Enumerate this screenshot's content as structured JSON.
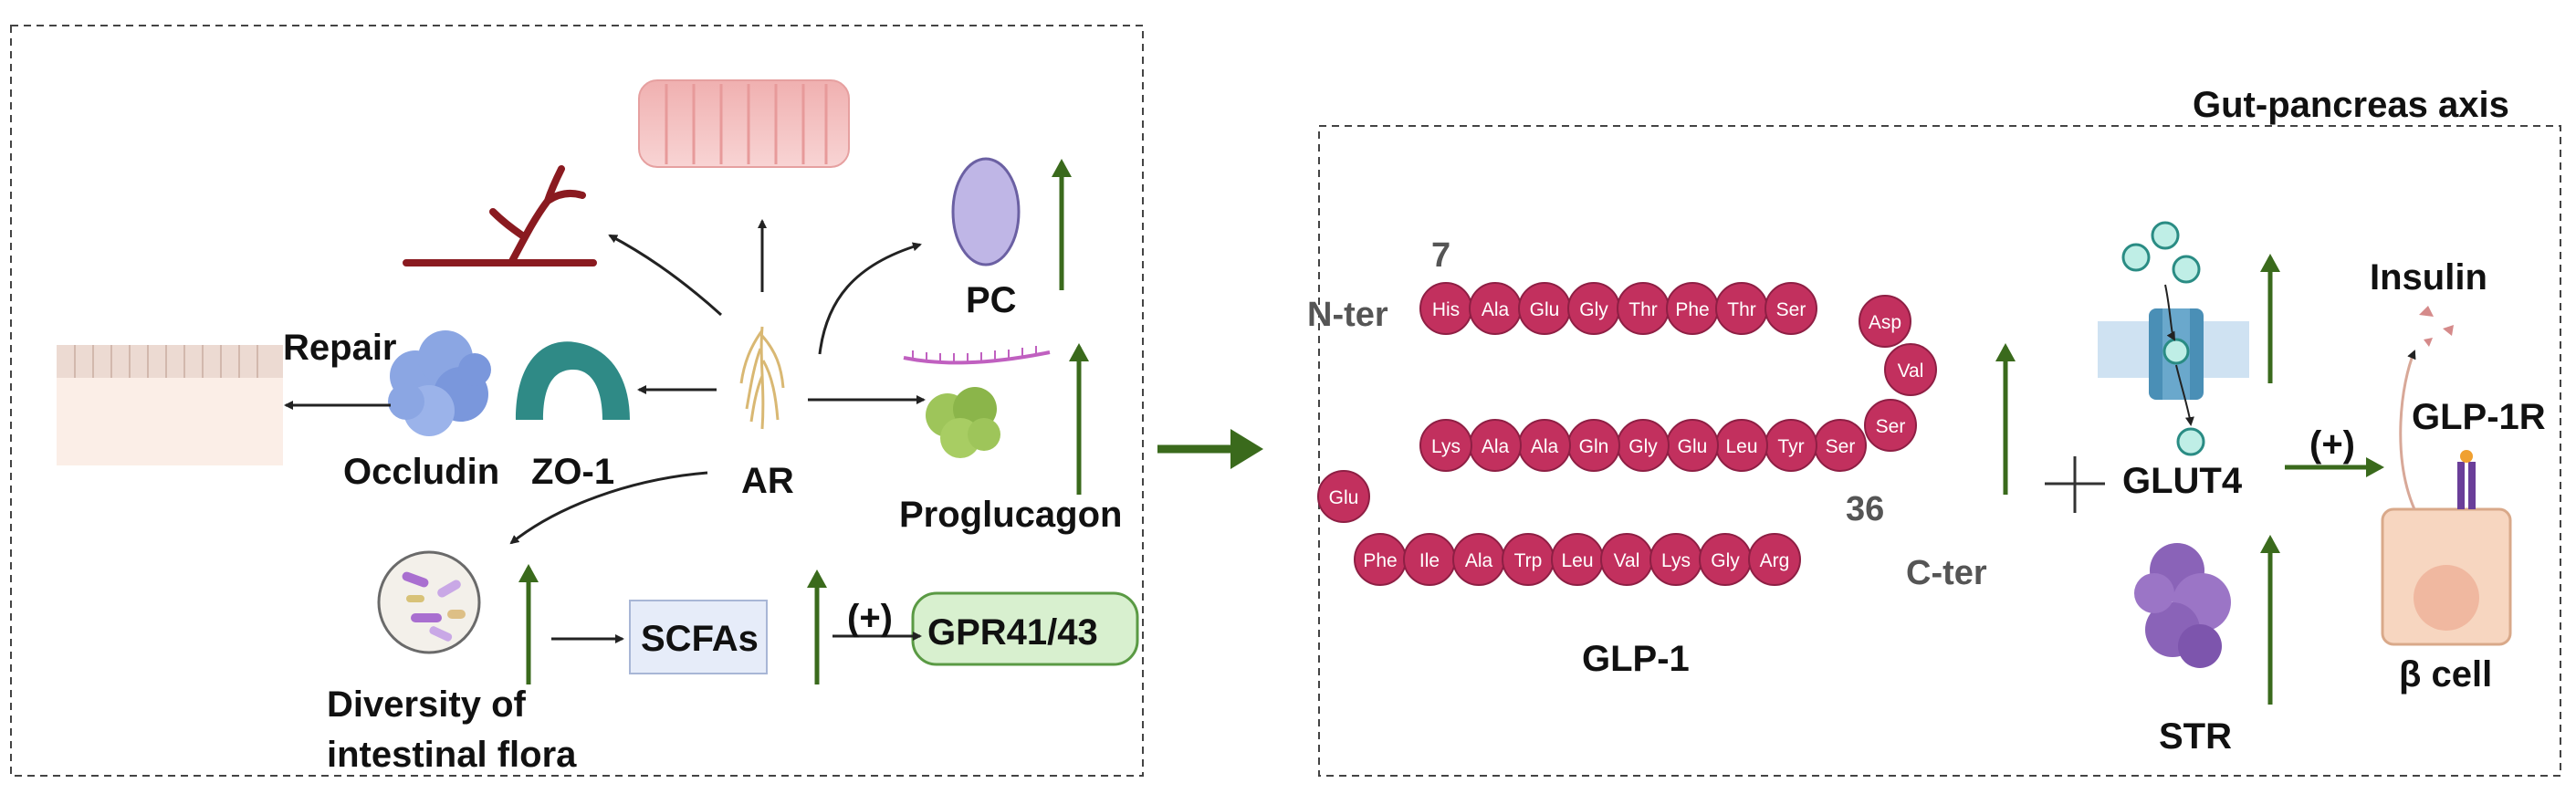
{
  "left_panel": {
    "repair_label": "Repair",
    "occludin_label": "Occludin",
    "zo1_label": "ZO-1",
    "ar_label": "AR",
    "pc_label": "PC",
    "proglucagon_label": "Proglucagon",
    "flora_label_line1": "Diversity of",
    "flora_label_line2": "intestinal flora",
    "scfas_label": "SCFAs",
    "plus_label": "(+)",
    "gpr_label": "GPR41/43"
  },
  "right_panel": {
    "title": "Gut-pancreas axis",
    "pos7_label": "7",
    "pos36_label": "36",
    "nter_label": "N-ter",
    "cter_label": "C-ter",
    "glp1_label": "GLP-1",
    "glut4_label": "GLUT4",
    "str_label": "STR",
    "plus_label": "(+)",
    "insulin_label": "Insulin",
    "glp1r_label": "GLP-1R",
    "bcell_label": "β cell",
    "sequence_row1": [
      "His",
      "Ala",
      "Glu",
      "Gly",
      "Thr",
      "Phe",
      "Thr",
      "Ser"
    ],
    "sequence_turn1": [
      "Asp",
      "Val",
      "Ser"
    ],
    "sequence_row2": [
      "Ser",
      "Tyr",
      "Leu",
      "Glu",
      "Gly",
      "Gln",
      "Ala",
      "Ala",
      "Lys"
    ],
    "sequence_turn2": [
      "Glu"
    ],
    "sequence_row3": [
      "Phe",
      "Ile",
      "Ala",
      "Trp",
      "Leu",
      "Val",
      "Lys",
      "Gly",
      "Arg"
    ]
  },
  "colors": {
    "residue": "#c2305e",
    "up_arrow": "#3a6a1c",
    "dashed_border": "#444444"
  }
}
